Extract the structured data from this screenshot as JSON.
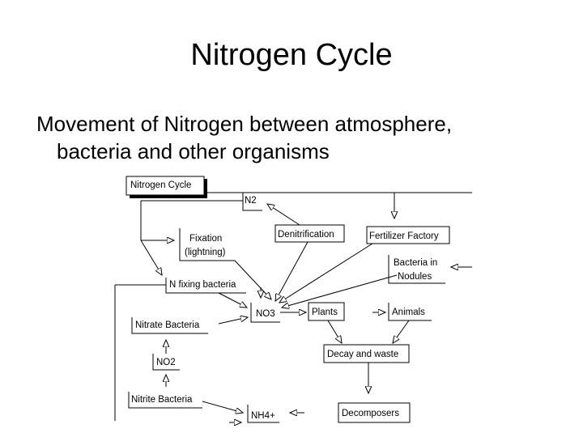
{
  "slide": {
    "title": "Nitrogen Cycle",
    "body_line1": "Movement of Nitrogen between atmosphere,",
    "body_line2": "bacteria and other organisms"
  },
  "diagram": {
    "header_label": "Nitrogen Cycle",
    "nodes": {
      "n2": "N2",
      "denitrification": "Denitrification",
      "fertilizer_factory": "Fertilizer Factory",
      "fixation_line1": "Fixation",
      "fixation_line2": "(lightning)",
      "bacteria_nodules_line1": "Bacteria in",
      "bacteria_nodules_line2": "Nodules",
      "n_fixing_bacteria": "N fixing bacteria",
      "no3": "NO3",
      "plants": "Plants",
      "animals": "Animals",
      "nitrate_bacteria": "Nitrate Bacteria",
      "decay_waste": "Decay and waste",
      "no2": "NO2",
      "nitrite_bacteria": "Nitrite Bacteria",
      "nh4": "NH4+",
      "decomposers": "Decomposers"
    }
  }
}
